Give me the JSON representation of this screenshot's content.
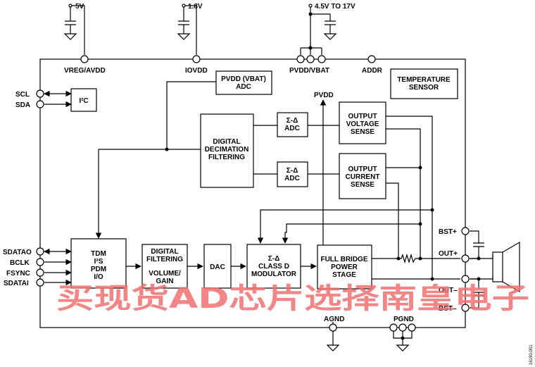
{
  "supplies": {
    "v5": "5V",
    "v18": "1.8V",
    "v45": "4.5V TO 17V"
  },
  "pins": {
    "vreg": "VREG/AVDD",
    "iovdd": "IOVDD",
    "pvdd_vbat": "PVDD/VBAT",
    "addr": "ADDR",
    "scl": "SCL",
    "sda": "SDA",
    "sdatao": "SDATAO",
    "bclk": "BCLK",
    "fsync": "FSYNC",
    "sdatai": "SDATAI",
    "bst_plus": "BST+",
    "out_plus": "OUT+",
    "out_minus": "OUT–",
    "bst_minus": "BST–",
    "agnd": "AGND",
    "pgnd": "PGND",
    "pvdd": "PVDD"
  },
  "blocks": {
    "i2c": [
      "I²C"
    ],
    "pvdd_adc": [
      "PVDD (VBAT)",
      "ADC"
    ],
    "temp": [
      "TEMPERATURE",
      "SENSOR"
    ],
    "decim": [
      "DIGITAL",
      "DECIMATION",
      "FILTERING"
    ],
    "sd_adc1": [
      "Σ-Δ",
      "ADC"
    ],
    "sd_adc2": [
      "Σ-Δ",
      "ADC"
    ],
    "ovs": [
      "OUTPUT",
      "VOLTAGE",
      "SENSE"
    ],
    "ocs": [
      "OUTPUT",
      "CURRENT",
      "SENSE"
    ],
    "tdm": [
      "TDM",
      "I²S",
      "PDM",
      "I/O"
    ],
    "dfilt": [
      "DIGITAL",
      "FILTERING",
      "",
      "VOLUME/",
      "GAIN"
    ],
    "dac": [
      "DAC"
    ],
    "mod": [
      "Σ-Δ",
      "CLASS D",
      "MODULATOR"
    ],
    "bridge": [
      "FULL BRIDGE",
      "POWER",
      "STAGE"
    ]
  },
  "watermark": "买现货AD芯片选择南皇电子",
  "figure_number": "16190-001"
}
